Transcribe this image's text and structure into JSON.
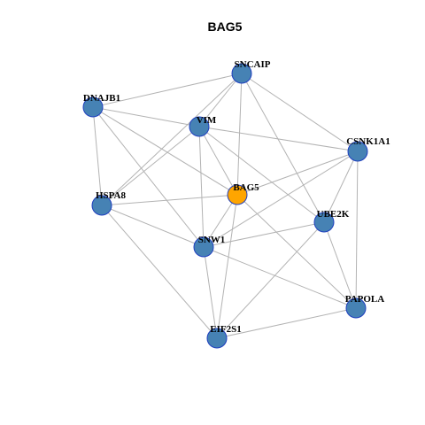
{
  "title": "BAG5",
  "colors": {
    "center_node": "#FFA500",
    "node": "#4682B4",
    "node_border": "#1f3fbf",
    "edge": "#b3b3b3"
  },
  "nodes": [
    {
      "id": "SNCAIP",
      "label": "SNCAIP",
      "center": false
    },
    {
      "id": "DNAJB1",
      "label": "DNAJB1",
      "center": false
    },
    {
      "id": "VIM",
      "label": "VIM",
      "center": false
    },
    {
      "id": "CSNK1A1",
      "label": "CSNK1A1",
      "center": false
    },
    {
      "id": "BAG5",
      "label": "BAG5",
      "center": true
    },
    {
      "id": "HSPA8",
      "label": "HSPA8",
      "center": false
    },
    {
      "id": "UBE2K",
      "label": "UBE2K",
      "center": false
    },
    {
      "id": "SNW1",
      "label": "SNW1",
      "center": false
    },
    {
      "id": "PAPOLA",
      "label": "PAPOLA",
      "center": false
    },
    {
      "id": "EIF2S1",
      "label": "EIF2S1",
      "center": false
    }
  ],
  "edges": [
    [
      "SNCAIP",
      "DNAJB1"
    ],
    [
      "SNCAIP",
      "VIM"
    ],
    [
      "SNCAIP",
      "BAG5"
    ],
    [
      "SNCAIP",
      "CSNK1A1"
    ],
    [
      "SNCAIP",
      "UBE2K"
    ],
    [
      "SNCAIP",
      "HSPA8"
    ],
    [
      "DNAJB1",
      "VIM"
    ],
    [
      "DNAJB1",
      "HSPA8"
    ],
    [
      "DNAJB1",
      "BAG5"
    ],
    [
      "DNAJB1",
      "SNW1"
    ],
    [
      "VIM",
      "CSNK1A1"
    ],
    [
      "VIM",
      "HSPA8"
    ],
    [
      "VIM",
      "SNW1"
    ],
    [
      "VIM",
      "UBE2K"
    ],
    [
      "VIM",
      "BAG5"
    ],
    [
      "CSNK1A1",
      "BAG5"
    ],
    [
      "CSNK1A1",
      "UBE2K"
    ],
    [
      "CSNK1A1",
      "SNW1"
    ],
    [
      "CSNK1A1",
      "PAPOLA"
    ],
    [
      "BAG5",
      "HSPA8"
    ],
    [
      "BAG5",
      "SNW1"
    ],
    [
      "BAG5",
      "EIF2S1"
    ],
    [
      "BAG5",
      "PAPOLA"
    ],
    [
      "HSPA8",
      "SNW1"
    ],
    [
      "HSPA8",
      "EIF2S1"
    ],
    [
      "UBE2K",
      "SNW1"
    ],
    [
      "UBE2K",
      "PAPOLA"
    ],
    [
      "UBE2K",
      "EIF2S1"
    ],
    [
      "SNW1",
      "EIF2S1"
    ],
    [
      "SNW1",
      "PAPOLA"
    ],
    [
      "PAPOLA",
      "EIF2S1"
    ]
  ]
}
